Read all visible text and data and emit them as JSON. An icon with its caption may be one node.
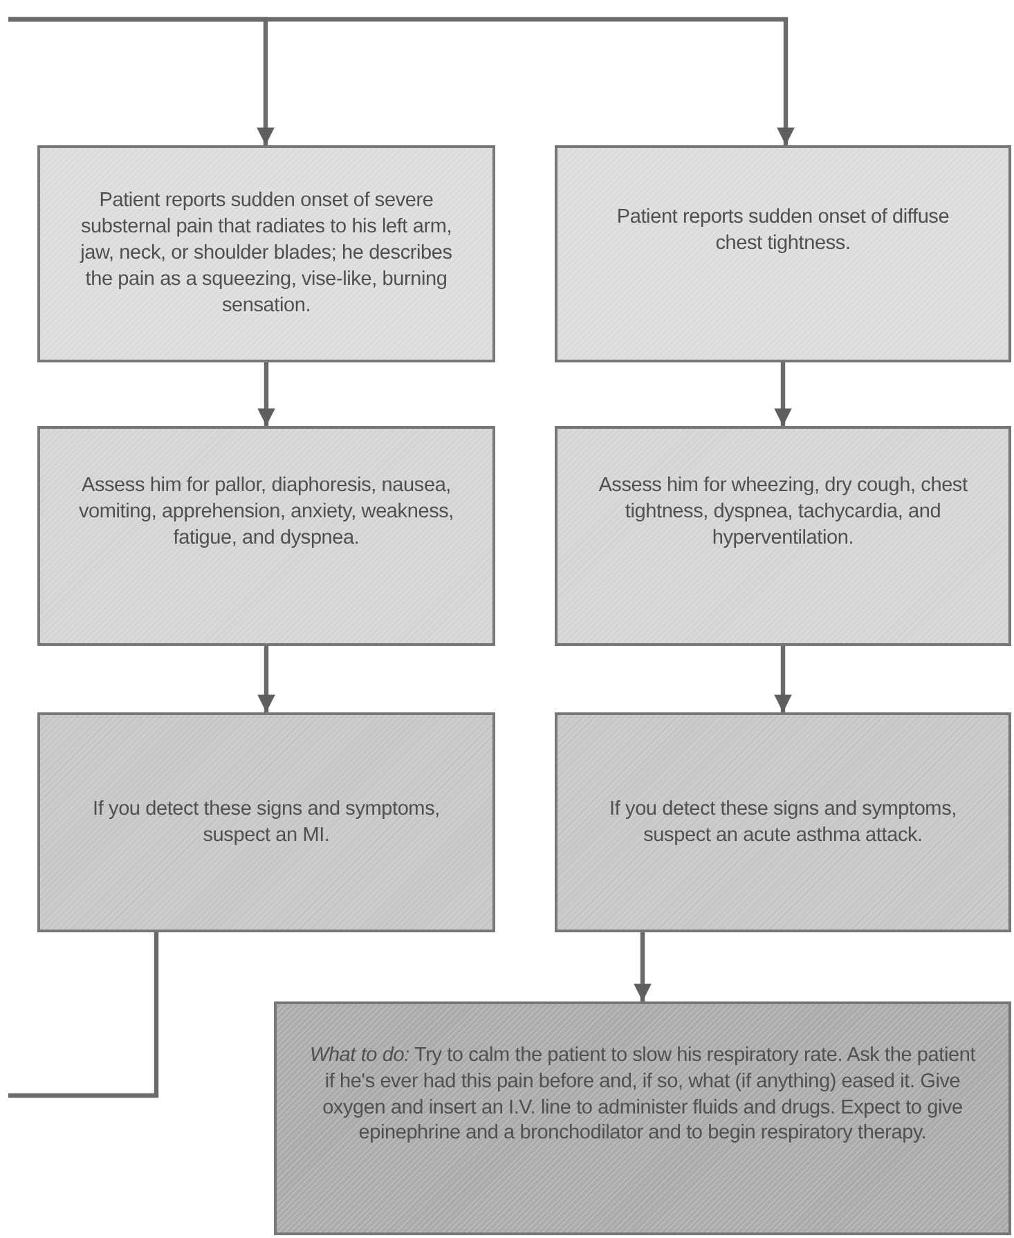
{
  "diagram": {
    "nodes": [
      {
        "text": [
          "Patient reports sudden onset of severe substernal pain that radiates to his left arm, jaw, neck, or shoulder blades; he describes the pain as a squeezing, vise-like, burning sensation."
        ]
      },
      {
        "text": [
          "Patient reports sudden onset of diffuse chest tightness."
        ]
      },
      {
        "text": [
          "Assess him for pallor, diaphoresis, nausea, vomiting, apprehension, anxiety, weakness, fatigue, and dyspnea."
        ]
      },
      {
        "text": [
          "Assess him for wheezing, dry cough, chest tightness, dyspnea, tachycardia, and hyperventilation."
        ]
      },
      {
        "text": [
          "If you detect these signs and symptoms, suspect an MI."
        ]
      },
      {
        "text": [
          "If you detect these signs and symptoms, suspect an acute asthma attack."
        ]
      },
      {
        "text": [
          "*What to do:* Try to calm the patient to slow his respiratory rate. Ask the patient if he's ever had this pain before and, if so, what (if anything) eased it. Give oxygen and insert an I.V. line to administer fluids and drugs. Expect to give epinephrine and a bronchodilator and to begin respiratory therapy."
        ]
      }
    ],
    "edges": [
      {
        "from": null,
        "to": 0,
        "arrow": "to"
      },
      {
        "from": null,
        "to": 1,
        "arrow": "to"
      },
      {
        "from": 0,
        "to": 2,
        "arrow": "to"
      },
      {
        "from": 1,
        "to": 3,
        "arrow": "to"
      },
      {
        "from": 2,
        "to": 4,
        "arrow": "to"
      },
      {
        "from": 3,
        "to": 5,
        "arrow": "to"
      },
      {
        "from": 5,
        "to": 6,
        "arrow": "to"
      },
      {
        "from": 4,
        "to": null,
        "arrow": "none"
      }
    ]
  }
}
